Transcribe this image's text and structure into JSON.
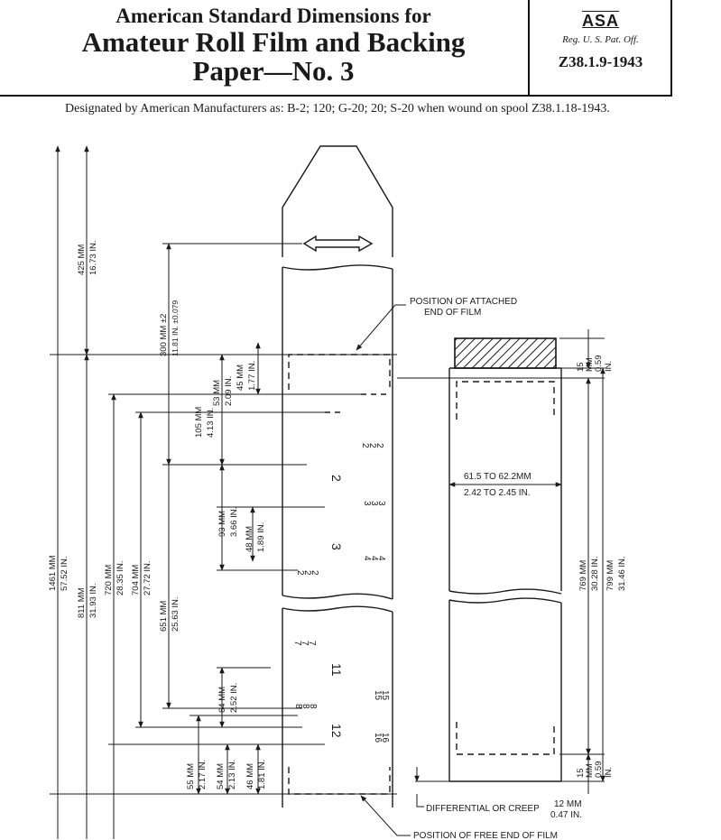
{
  "header": {
    "title_line1": "American Standard Dimensions for",
    "title_line2": "Amateur Roll Film and Backing",
    "title_line3": "Paper—No. 3",
    "asa_logo": "ASA",
    "reg_mark": "Reg. U. S. Pat. Off.",
    "standard_number": "Z38.1.9-1943"
  },
  "designation": "Designated by American Manufacturers as: B-2; 120; G-20; 20; S-20 when wound on spool Z38.1.18-1943.",
  "drawing": {
    "dim_1461": [
      "1461 MM",
      "57.52 IN."
    ],
    "dim_425": [
      "425 MM",
      "16.73 IN."
    ],
    "dim_300": [
      "300 MM ±2",
      "11.81 IN. ±0.079"
    ],
    "dim_811": [
      "811 MM",
      "31.93 IN."
    ],
    "dim_720": [
      "720 MM",
      "28.35 IN."
    ],
    "dim_704": [
      "704 MM",
      "27.72 IN."
    ],
    "dim_651": [
      "651 MM",
      "25.63 IN."
    ],
    "dim_105": [
      "105 MM",
      "4.13 IN."
    ],
    "dim_53": [
      "53 MM",
      "2.09 IN."
    ],
    "dim_45": [
      "45 MM",
      "1.77 IN."
    ],
    "dim_93": [
      "93 MM",
      "3.66 IN."
    ],
    "dim_48": [
      "48 MM",
      "1.89 IN."
    ],
    "dim_64": [
      "64 MM",
      "2.52 IN."
    ],
    "dim_55": [
      "55 MM",
      "2.17 IN."
    ],
    "dim_54": [
      "54 MM",
      "2.13 IN."
    ],
    "dim_46": [
      "46 MM",
      "1.81 IN."
    ],
    "dim_769": [
      "769 MM",
      "30.28 IN."
    ],
    "dim_799": [
      "799 MM",
      "31.46 IN."
    ],
    "dim_15_top": [
      "15",
      "MM",
      "0.59",
      "IN."
    ],
    "dim_15_bottom": [
      "15",
      "MM",
      "0.59",
      "IN."
    ],
    "width_label": [
      "61.5 TO 62.2MM",
      "2.42 TO 2.45 IN."
    ],
    "attached_label": [
      "POSITION OF ATTACHED",
      "END OF FILM"
    ],
    "differential_label": "DIFFERENTIAL OR CREEP",
    "creep_value": [
      "12 MM",
      "0.47 IN."
    ],
    "free_end_label": "POSITION OF FREE END OF FILM",
    "frame_numbers": [
      "2",
      "2",
      "2",
      "2",
      "3",
      "3",
      "3",
      "3",
      "4",
      "4",
      "4",
      "2",
      "2",
      "2",
      "7",
      "7",
      "7",
      "11",
      "15",
      "15",
      "8",
      "8",
      "8",
      "12",
      "16",
      "16"
    ]
  }
}
